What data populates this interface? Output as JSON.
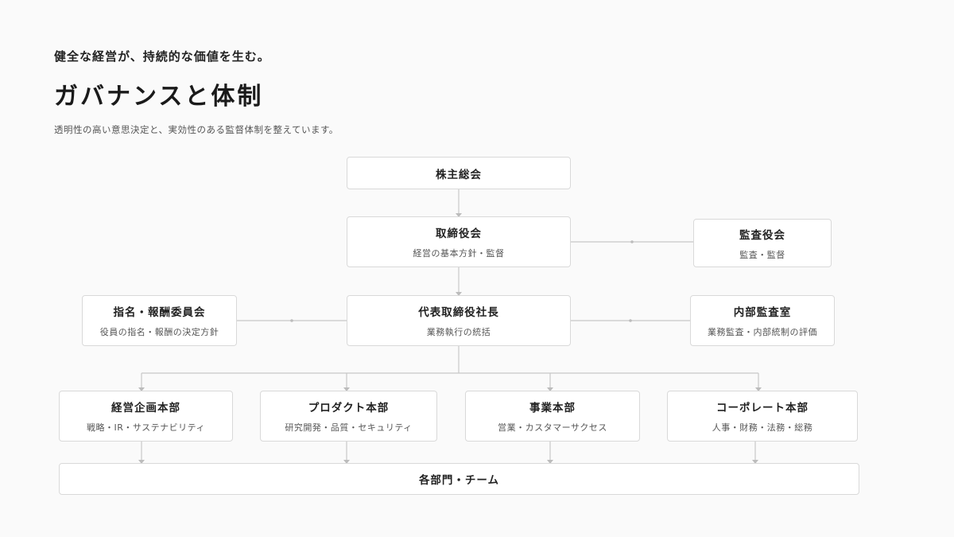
{
  "header": {
    "tagline": "健全な経営が、持続的な価値を生む。",
    "title": "ガバナンスと体制",
    "subtitle": "透明性の高い意思決定と、実効性のある監督体制を整えています。"
  },
  "org_chart": {
    "shareholders": {
      "title": "株主総会"
    },
    "board": {
      "title": "取締役会",
      "desc": "経営の基本方針・監督"
    },
    "auditors": {
      "title": "監査役会",
      "desc": "監査・監督"
    },
    "committee": {
      "title": "指名・報酬委員会",
      "desc": "役員の指名・報酬の決定方針"
    },
    "ceo": {
      "title": "代表取締役社長",
      "desc": "業務執行の統括"
    },
    "internal_audit": {
      "title": "内部監査室",
      "desc": "業務監査・内部統制の評価"
    },
    "divisions": [
      {
        "title": "経営企画本部",
        "desc": "戦略・IR・サステナビリティ"
      },
      {
        "title": "プロダクト本部",
        "desc": "研究開発・品質・セキュリティ"
      },
      {
        "title": "事業本部",
        "desc": "営業・カスタマーサクセス"
      },
      {
        "title": "コーポレート本部",
        "desc": "人事・財務・法務・総務"
      }
    ],
    "teams": {
      "title": "各部門・チーム"
    }
  },
  "colors": {
    "line": "#c8c8c8",
    "border": "#d9d9d9",
    "background": "#fafafa"
  }
}
